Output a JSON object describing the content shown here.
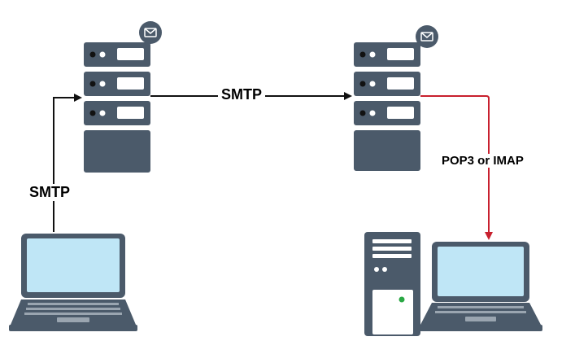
{
  "labels": {
    "smtp_client_to_server": "SMTP",
    "smtp_server_to_server": "SMTP",
    "retrieval": "POP3 or IMAP"
  },
  "colors": {
    "device": "#4b5a6a",
    "screen": "#bfe6f6",
    "arrow_smtp": "#111111",
    "arrow_retrieval": "#c8202e",
    "power_led": "#2aa844"
  },
  "icons": [
    "mail-server-icon",
    "envelope-icon",
    "laptop-icon",
    "desktop-tower-icon"
  ]
}
